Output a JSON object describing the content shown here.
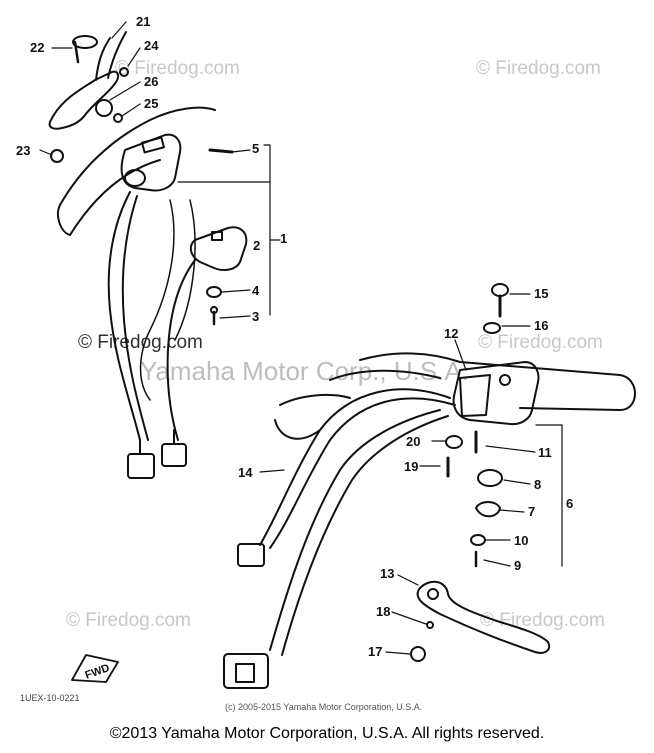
{
  "callouts": [
    "1",
    "2",
    "3",
    "4",
    "5",
    "6",
    "7",
    "8",
    "9",
    "10",
    "11",
    "12",
    "13",
    "14",
    "15",
    "16",
    "17",
    "18",
    "19",
    "20",
    "21",
    "22",
    "23",
    "24",
    "25",
    "26"
  ],
  "watermarks": {
    "top_left": "© Firedog.com",
    "top_right": "© Firedog.com",
    "mid_left": "© Firedog.com",
    "mid_right": "© Firedog.com",
    "mid_center": "Yamaha Motor Corp., U.S.A.",
    "bottom_left": "© Firedog.com",
    "bottom_right": "© Firedog.com"
  },
  "fwd_label": "FWD",
  "diagram_stamp": "1UEX-10-0221",
  "inner_copyright": "(c) 2005-2015 Yamaha Motor Corporation, U.S.A.",
  "footer": "©2013 Yamaha Motor Corporation, U.S.A. All rights reserved."
}
